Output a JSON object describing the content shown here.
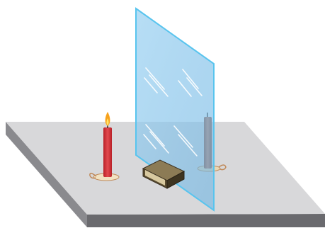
{
  "colors": {
    "background": "#ffffff",
    "table_top": "#d9d9db",
    "table_front": "#6e6e72",
    "table_left": "#8e8e92",
    "candle_lit": "#d9343a",
    "candle_image": "#b8674c",
    "flame": "#f7a21c",
    "holder": "#f2e3c4",
    "holder_outline": "#c98c5a",
    "glass_fill": "#7fbfe8",
    "glass_edge": "#5cc6ee",
    "box_top": "#8a7a55",
    "box_side": "#4a3e28"
  },
  "scene": {
    "objects": [
      "lit-candle",
      "glass-plate",
      "matchbox",
      "unlit-candle-behind-glass",
      "table"
    ]
  }
}
